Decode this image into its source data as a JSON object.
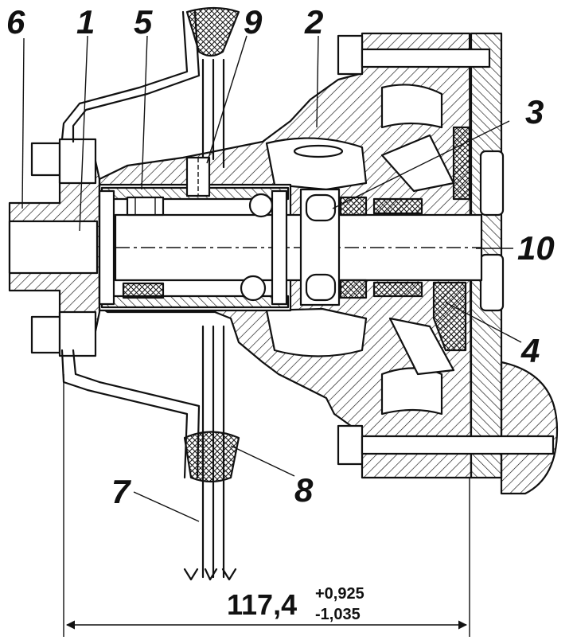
{
  "callouts": {
    "c1": "1",
    "c2": "2",
    "c3": "3",
    "c4": "4",
    "c5": "5",
    "c6": "6",
    "c7": "7",
    "c8": "8",
    "c9": "9",
    "c10": "10"
  },
  "dimension": {
    "value": "117,4",
    "tol_upper": "+0,925",
    "tol_lower": "-1,035"
  },
  "colors": {
    "ink": "#111111",
    "paper": "#ffffff"
  }
}
